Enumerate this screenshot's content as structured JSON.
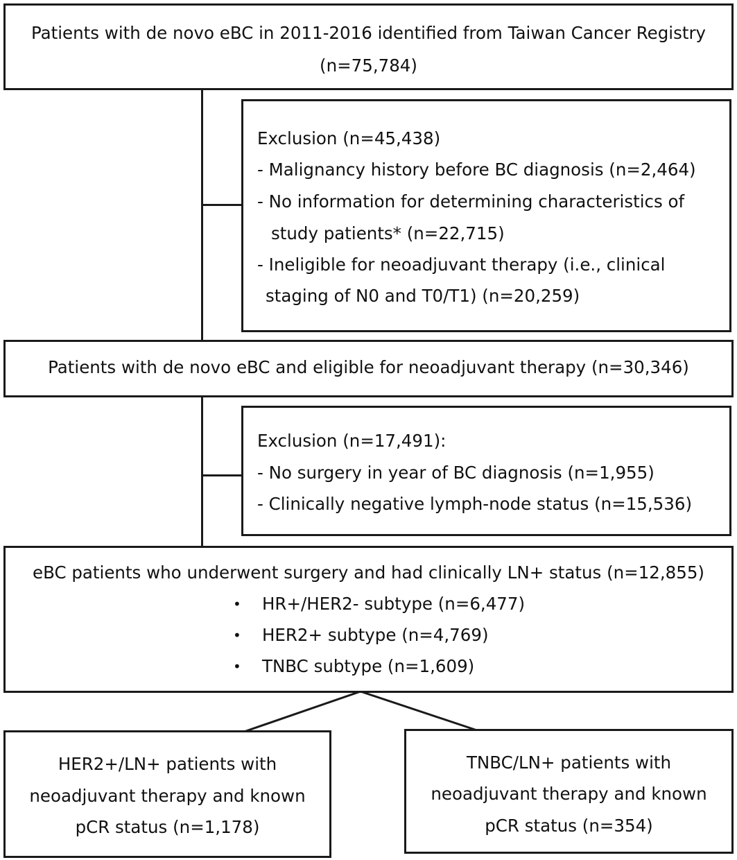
{
  "top": {
    "line1": "Patients with de novo eBC in 2011-2016 identified from Taiwan Cancer Registry",
    "line2": "(n=75,784)"
  },
  "exclusion1": {
    "title": "Exclusion (n=45,438)",
    "item1": "- Malignancy history before BC diagnosis (n=2,464)",
    "item2_line1": "- No information for determining characteristics of",
    "item2_line2": "study patients* (n=22,715)",
    "item3_line1": "- Ineligible for neoadjuvant therapy (i.e., clinical",
    "item3_line2": "staging of N0 and T0/T1) (n=20,259)"
  },
  "eligible": {
    "text": "Patients with de novo eBC and eligible for neoadjuvant therapy (n=30,346)"
  },
  "exclusion2": {
    "title": "Exclusion (n=17,491):",
    "item1": "- No surgery in year of BC diagnosis (n=1,955)",
    "item2": "- Clinically negative lymph-node status (n=15,536)"
  },
  "surgery": {
    "title": "eBC patients who underwent surgery and had clinically LN+ status (n=12,855)",
    "bullet": "•",
    "items": [
      "HR+/HER2- subtype (n=6,477)",
      "HER2+ subtype (n=4,769)",
      "TNBC subtype (n=1,609)"
    ]
  },
  "her2": {
    "line1": "HER2+/LN+ patients with",
    "line2": "neoadjuvant therapy and known",
    "line3": "pCR status (n=1,178)"
  },
  "tnbc": {
    "line1": "TNBC/LN+ patients with",
    "line2": "neoadjuvant therapy and known",
    "line3": "pCR status (n=354)"
  }
}
